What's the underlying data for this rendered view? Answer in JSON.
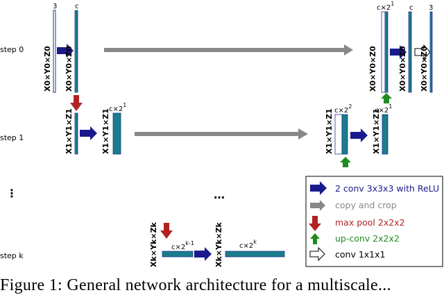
{
  "steps": [
    "step 0",
    "step 1",
    "step k"
  ],
  "ellipsis_vertical": "⋮",
  "ellipsis_horizontal": "…",
  "sizes": {
    "s0": "X0×Y0×Z0",
    "s1": "X1×Y1×Z1",
    "sk": "Xk×Yk×Zk"
  },
  "channels": {
    "input": "3",
    "c": "c",
    "c_times": "c×2",
    "exp1": "1",
    "exp2": "2",
    "expk1": "k-1",
    "expk": "k"
  },
  "legend": [
    {
      "label": "2 conv 3x3x3 with ReLU",
      "color": "#1a1a8c",
      "icon": "conv-arrow-icon"
    },
    {
      "label": "copy and crop",
      "color": "#888888",
      "icon": "copy-arrow-icon"
    },
    {
      "label": "max pool 2x2x2",
      "color": "#b22222",
      "icon": "maxpool-arrow-icon"
    },
    {
      "label": "up-conv 2x2x2",
      "color": "#1e8c1e",
      "icon": "upconv-arrow-icon"
    },
    {
      "label": "conv 1x1x1",
      "color": "#000000",
      "icon": "conv1x1-arrow-icon"
    }
  ],
  "colors": {
    "feature_map": "#1b7c8c",
    "conv_arrow": "#1a1a8c",
    "copy_arrow": "#888888",
    "maxpool_arrow": "#b22222",
    "upconv_arrow": "#1e8c1e"
  },
  "caption": "Figure 1: General network architecture for a multiscale..."
}
